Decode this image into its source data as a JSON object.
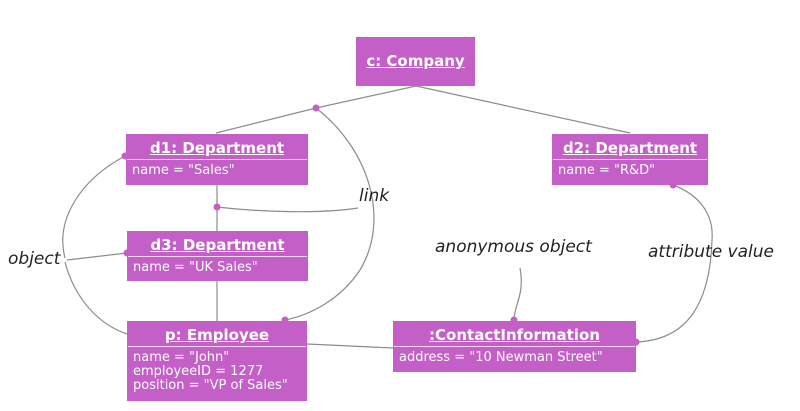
{
  "objects": {
    "company": {
      "title": "c: Company",
      "attrs": []
    },
    "d1": {
      "title": "d1: Department",
      "attrs": [
        "name = \"Sales\""
      ]
    },
    "d2": {
      "title": "d2: Department",
      "attrs": [
        "name = \"R&D\""
      ]
    },
    "d3": {
      "title": "d3: Department",
      "attrs": [
        "name = \"UK Sales\""
      ]
    },
    "employee": {
      "title": "p: Employee",
      "attrs": [
        "name = \"John\"",
        "employeeID = 1277",
        "position = \"VP of Sales\""
      ]
    },
    "contact": {
      "title": ":ContactInformation",
      "attrs": [
        "address = \"10 Newman Street\""
      ]
    }
  },
  "notes": {
    "object": "object",
    "link": "link",
    "anonymous_object": "anonymous object",
    "attribute_value": "attribute value"
  },
  "colors": {
    "box_fill": "#c45fc7",
    "line": "#8c8c8c",
    "dot": "#c45fc7"
  }
}
